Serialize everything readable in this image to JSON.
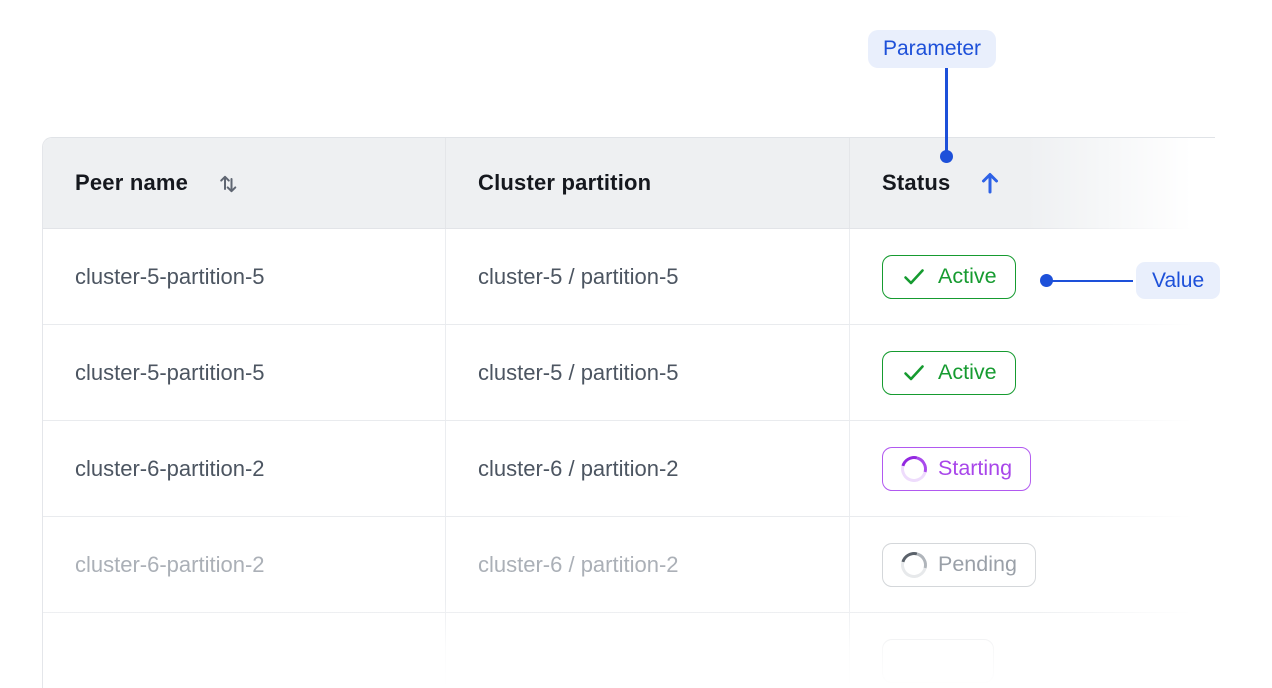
{
  "annotations": {
    "parameter": {
      "label": "Parameter"
    },
    "value": {
      "label": "Value"
    },
    "accent_color": "#1d50d9",
    "callout_bg_color": "#e9effc"
  },
  "table": {
    "header": {
      "columns": [
        {
          "label": "Peer name",
          "sort_icon": "sort-both-icon",
          "sort_state": "sortable"
        },
        {
          "label": "Cluster partition",
          "sort_icon": null,
          "sort_state": "none"
        },
        {
          "label": "Status",
          "sort_icon": "sort-ascending-icon",
          "sort_state": "ascending"
        }
      ]
    },
    "rows": [
      {
        "peer_name": "cluster-5-partition-5",
        "cluster_partition": "cluster-5 / partition-5",
        "status": "Active",
        "status_kind": "active",
        "faded": false
      },
      {
        "peer_name": "cluster-5-partition-5",
        "cluster_partition": "cluster-5 / partition-5",
        "status": "Active",
        "status_kind": "active",
        "faded": false
      },
      {
        "peer_name": "cluster-6-partition-2",
        "cluster_partition": "cluster-6 / partition-2",
        "status": "Starting",
        "status_kind": "starting",
        "faded": false
      },
      {
        "peer_name": "cluster-6-partition-2",
        "cluster_partition": "cluster-6 / partition-2",
        "status": "Pending",
        "status_kind": "pending",
        "faded": true
      },
      {
        "peer_name": "",
        "cluster_partition": "",
        "status": "",
        "status_kind": "cutoff",
        "faded": true
      }
    ],
    "status_styles": {
      "active": {
        "color": "#169b30",
        "icon": "check-icon"
      },
      "starting": {
        "color": "#a846ea",
        "border": "#b159f0",
        "icon": "spinner-icon"
      },
      "pending": {
        "color": "#9aa0a8",
        "border": "#d4d7da",
        "icon": "spinner-icon"
      }
    }
  }
}
